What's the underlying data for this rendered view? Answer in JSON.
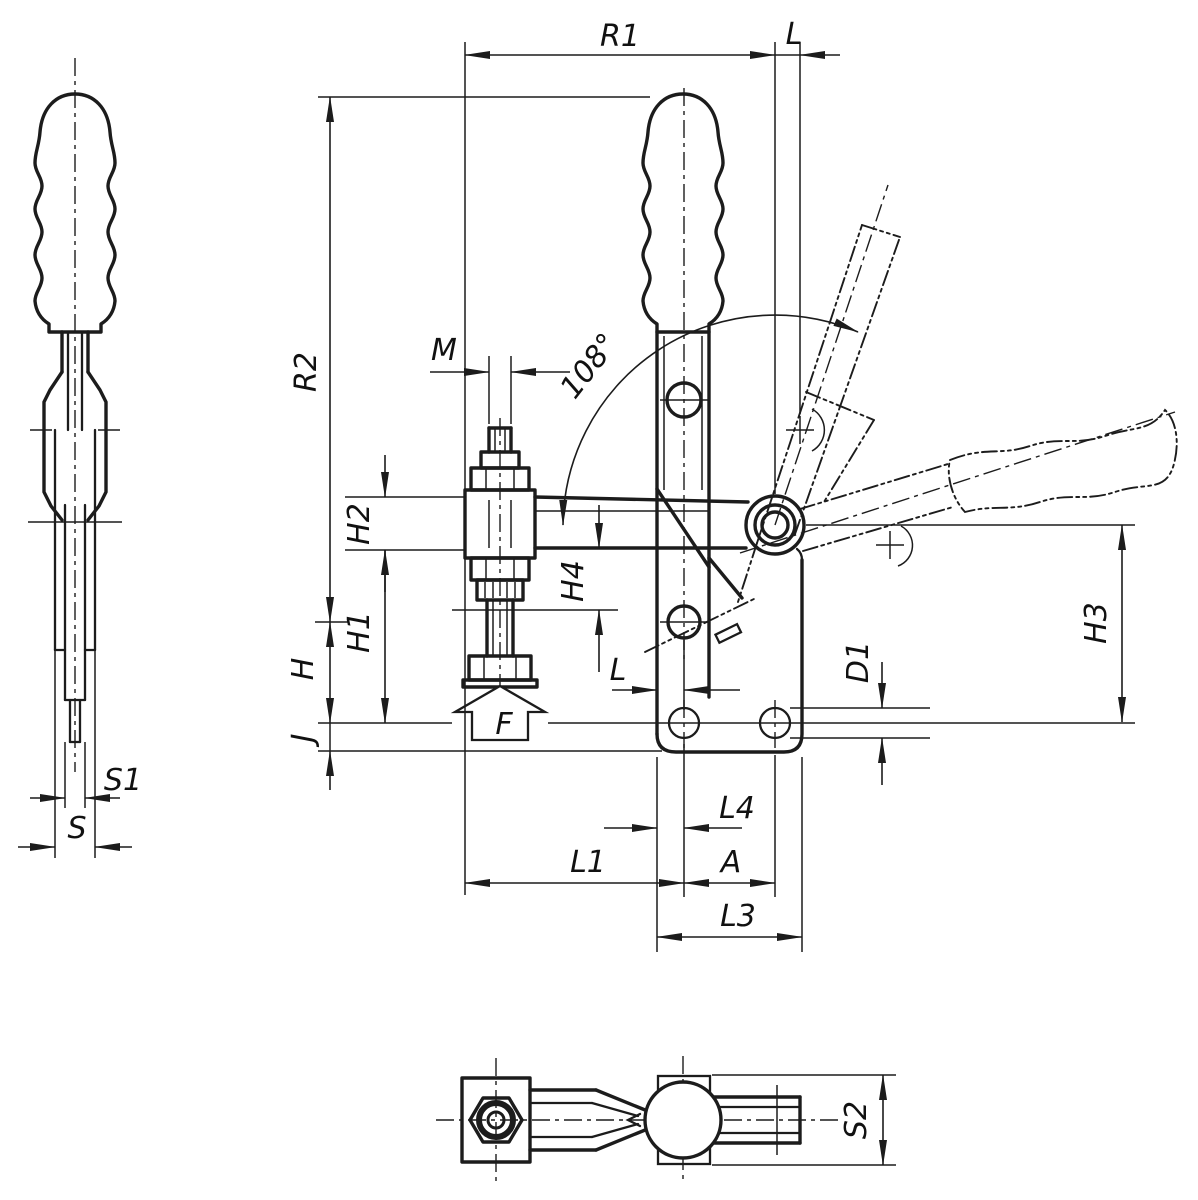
{
  "drawing": {
    "kind": "toggle-clamp dimensional drawing",
    "colors": {
      "line": "#1c1c1c",
      "background": "#ffffff"
    },
    "labels": {
      "r1": "R1",
      "l_top": "L",
      "r2": "R2",
      "m": "M",
      "angle": "108°",
      "h2": "H2",
      "h1": "H1",
      "h": "H",
      "j": "J",
      "h4": "H4",
      "f": "F",
      "l_bottom": "L",
      "d1": "D1",
      "h3": "H3",
      "s1": "S1",
      "s": "S",
      "l4": "L4",
      "a": "A",
      "l1": "L1",
      "l3": "L3",
      "s2": "S2"
    }
  }
}
